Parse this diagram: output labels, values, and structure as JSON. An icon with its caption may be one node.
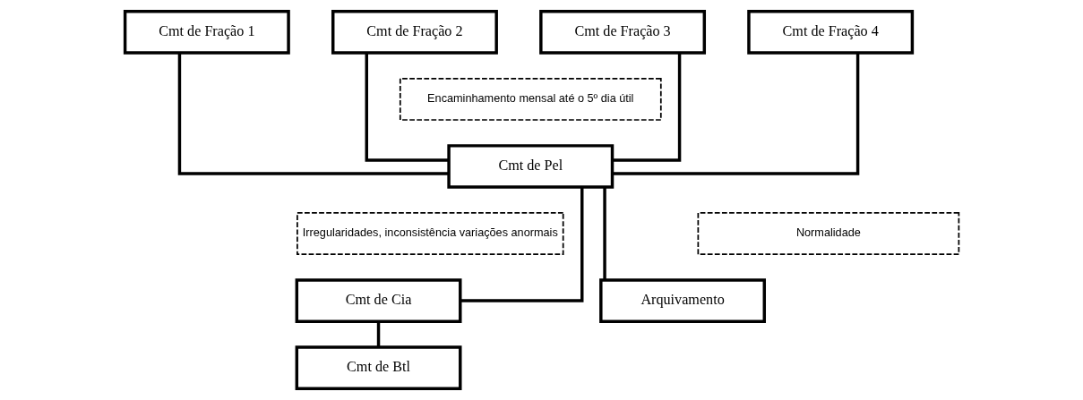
{
  "diagram": {
    "nodes": [
      {
        "text": [
          "Cmt de Fração 1"
        ]
      },
      {
        "text": [
          "Cmt de Fração 2"
        ]
      },
      {
        "text": [
          "Cmt de Fração 3"
        ]
      },
      {
        "text": [
          "Cmt de Fração 4"
        ]
      },
      {
        "text": [
          "Encaminhamento mensal até o 5º dia útil"
        ]
      },
      {
        "text": [
          "Cmt de Pel"
        ]
      },
      {
        "text": [
          "Irregularidades, inconsistência variações anormais"
        ]
      },
      {
        "text": [
          "Normalidade"
        ]
      },
      {
        "text": [
          "Cmt de Cia"
        ]
      },
      {
        "text": [
          "Arquivamento"
        ]
      },
      {
        "text": [
          "Cmt de Btl"
        ]
      }
    ],
    "edges": [
      {
        "from": 0,
        "to": 5,
        "arrow": "none"
      },
      {
        "from": 1,
        "to": 5,
        "arrow": "none"
      },
      {
        "from": 2,
        "to": 5,
        "arrow": "none"
      },
      {
        "from": 3,
        "to": 5,
        "arrow": "none"
      },
      {
        "from": 5,
        "to": 8,
        "arrow": "none"
      },
      {
        "from": 5,
        "to": 9,
        "arrow": "none"
      },
      {
        "from": 8,
        "to": 10,
        "arrow": "none"
      }
    ]
  }
}
